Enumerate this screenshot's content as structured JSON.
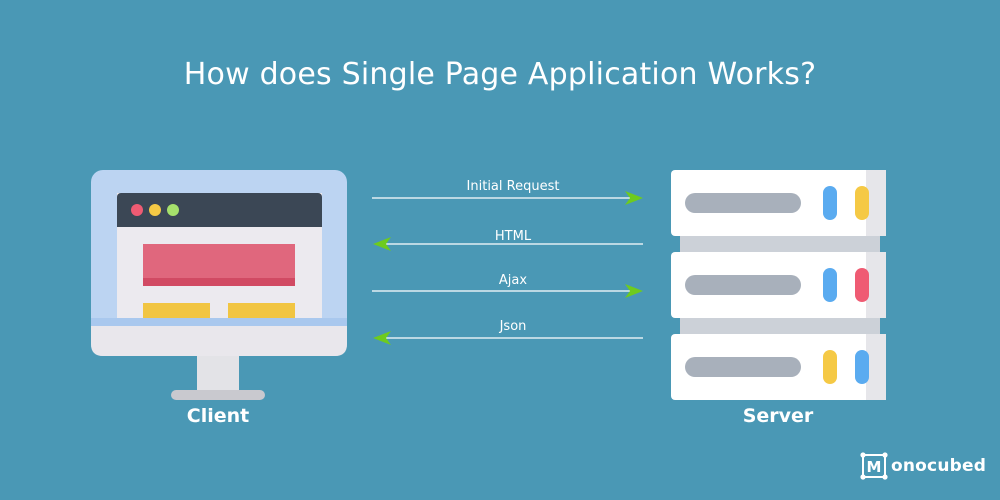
{
  "title": "How does Single Page Application Works?",
  "client": {
    "label": "Client"
  },
  "server": {
    "label": "Server"
  },
  "flows": [
    {
      "label": "Initial Request",
      "direction": "client-to-server"
    },
    {
      "label": "HTML",
      "direction": "server-to-client"
    },
    {
      "label": "Ajax",
      "direction": "client-to-server"
    },
    {
      "label": "Json",
      "direction": "server-to-client"
    }
  ],
  "brand": {
    "logo_letter": "M",
    "name": "onocubed"
  },
  "colors": {
    "background": "#4a98b5",
    "arrow_line": "#ffffff",
    "arrow_head": "#6ecb1e",
    "monitor_frame": "#bcd4f2",
    "monitor_bezel": "#e9e7ec",
    "browser_bar": "#3b4755",
    "dot_red": "#ef5b73",
    "dot_yellow": "#f5c945",
    "dot_green": "#a6e16c",
    "banner": "#e0677d",
    "block": "#f1c542",
    "server_body": "#ffffff",
    "server_slot": "#a8b0bb",
    "led_blue": "#5aabf0",
    "led_yellow": "#f5c945",
    "led_red": "#ef5b73"
  }
}
